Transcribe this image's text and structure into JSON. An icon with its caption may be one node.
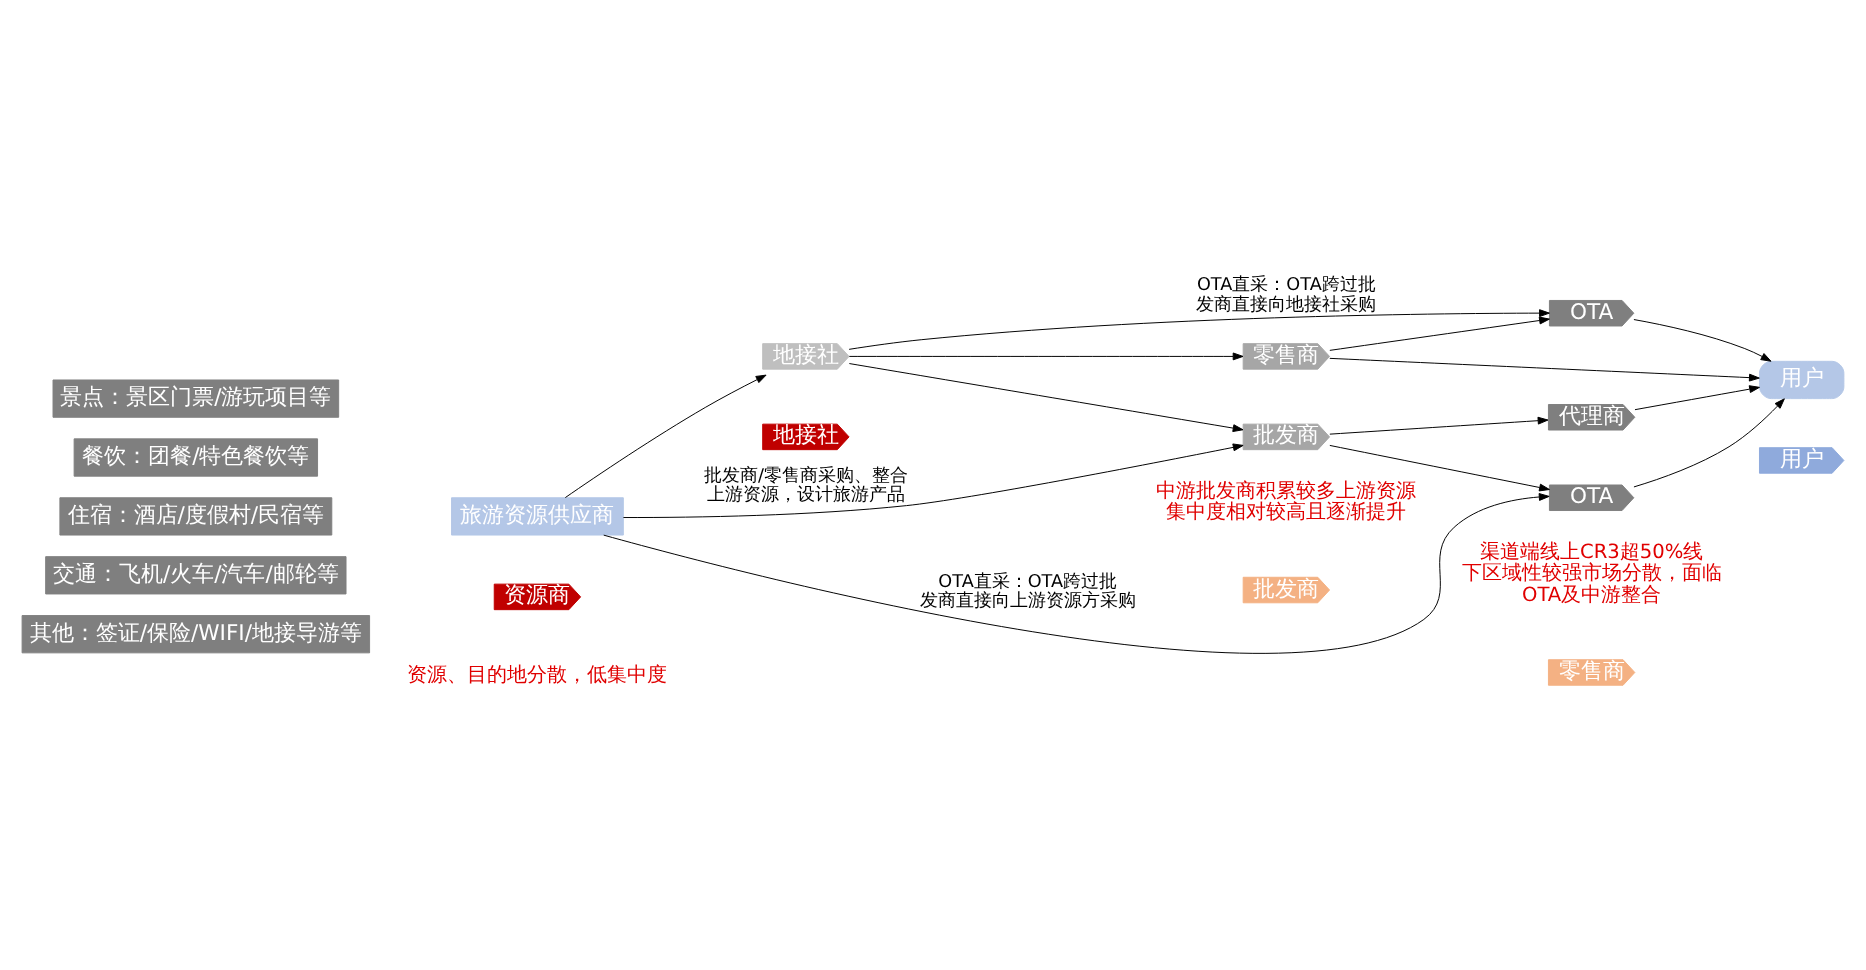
{
  "diagram": {
    "nodes": [
      {
        "text": [
          "景点：景区门票/游玩项目等"
        ]
      },
      {
        "text": [
          "餐饮：团餐/特色餐饮等"
        ]
      },
      {
        "text": [
          "住宿：酒店/度假村/民宿等"
        ]
      },
      {
        "text": [
          "交通：飞机/火车/汽车/邮轮等"
        ]
      },
      {
        "text": [
          "其他：签证/保险/WIFI/地接导游等"
        ]
      },
      {
        "text": [
          "旅游资源供应商"
        ]
      },
      {
        "text": [
          "地接社"
        ]
      },
      {
        "text": [
          "零售商"
        ]
      },
      {
        "text": [
          "批发商"
        ]
      },
      {
        "text": [
          "OTA"
        ]
      },
      {
        "text": [
          "代理商"
        ]
      },
      {
        "text": [
          "OTA"
        ]
      },
      {
        "text": [
          "用户"
        ]
      },
      {
        "text": [
          "资源商"
        ]
      },
      {
        "text": [
          "地接社"
        ]
      },
      {
        "text": [
          "批发商"
        ]
      },
      {
        "text": [
          "零售商"
        ]
      },
      {
        "text": [
          "用户"
        ]
      }
    ],
    "edges": [
      {
        "from": 5,
        "to": 6,
        "arrow": "to"
      },
      {
        "from": 6,
        "to": 7,
        "arrow": "to"
      },
      {
        "from": 6,
        "to": 8,
        "arrow": "to"
      },
      {
        "from": 5,
        "to": 8,
        "arrow": "to",
        "label": "批发商/零售商采购、整合上游资源，设计旅游产品"
      },
      {
        "from": 6,
        "to": 9,
        "arrow": "to",
        "label": "OTA直采：OTA跨过批发商直接向地接社采购"
      },
      {
        "from": 7,
        "to": 9,
        "arrow": "to"
      },
      {
        "from": 7,
        "to": 12,
        "arrow": "to"
      },
      {
        "from": 9,
        "to": 12,
        "arrow": "to"
      },
      {
        "from": 8,
        "to": 10,
        "arrow": "to"
      },
      {
        "from": 8,
        "to": 11,
        "arrow": "to"
      },
      {
        "from": 10,
        "to": 12,
        "arrow": "to"
      },
      {
        "from": 11,
        "to": 12,
        "arrow": "to"
      },
      {
        "from": 5,
        "to": 11,
        "arrow": "to",
        "label": "OTA直采：OTA跨过批发商直接向上游资源方采购"
      }
    ],
    "labels": [
      "资源、目的地分散，低集中度",
      "中游批发商积累较多上游资源集中度相对较高且逐渐提升",
      "渠道端线上CR3超50%线下区域性较强市场分散，面临OTA及中游整合"
    ]
  }
}
